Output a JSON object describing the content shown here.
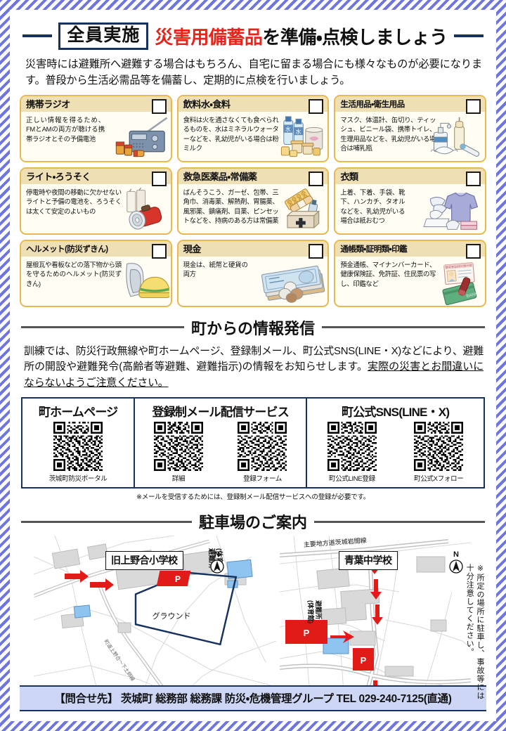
{
  "header": {
    "badge": "全員実施",
    "title_red": "災害用備蓄品",
    "title_rest": "を準備・点検しましょう",
    "lead": "災害時には避難所へ避難する場合はもちろん、自宅に留まる場合にも様々なものが必要になります。普段から生活必需品等を備蓄し、定期的に点検を行いましょう。"
  },
  "supplies": [
    {
      "title": "携帯ラジオ",
      "desc": "正しい情報を得るため、FMとAMの両方が聴ける携帯ラジオとその予備電池",
      "icon": "radio-icon"
    },
    {
      "title": "飲料水・食料",
      "desc": "食料は火を通さなくても食べられるものを、水はミネラルウォーターなどを、乳幼児がいる場合は粉ミルク",
      "icon": "water-food-icon"
    },
    {
      "title": "生活用品・衛生用品",
      "desc": "マスク、体温計、缶切り、ティッシュ、ビニール袋、携帯トイレ、生理用品などを、乳幼児がいる場合は哺乳瓶",
      "icon": "hygiene-icon"
    },
    {
      "title": "ライト・ろうそく",
      "desc": "停電時や夜間の移動に欠かせないライトと予備の電池を、ろうそくは太くて安定のよいもの",
      "icon": "flashlight-icon"
    },
    {
      "title": "救急医薬品・常備薬",
      "desc": "ばんそうこう、ガーゼ、包帯、三角巾、消毒薬、解熱剤、胃腸薬、風邪薬、鎮痛剤、目薬、ピンセットなどを、持病のある方は常備薬",
      "icon": "first-aid-icon"
    },
    {
      "title": "衣類",
      "desc": "上着、下着、手袋、靴下、ハンカチ、タオルなどを、乳幼児がいる場合は紙おむつ",
      "icon": "clothing-icon"
    },
    {
      "title": "ヘルメット(防災ずきん)",
      "desc": "屋根瓦や看板などの落下物から頭を守るためのヘルメット(防災ずきん)",
      "icon": "helmet-icon"
    },
    {
      "title": "現金",
      "desc": "現金は、紙幣と硬貨の両方",
      "icon": "cash-icon"
    },
    {
      "title": "通帳類・証明類・印鑑",
      "desc": "預金通帳、マイナンバーカード、健康保険証、免許証、住民票の写し、印鑑など",
      "icon": "documents-icon"
    }
  ],
  "info_section": {
    "heading": "町からの情報発信",
    "paragraph_plain": "訓練では、防災行政無線や町ホームページ、登録制メール、町公式SNS(LINE・X)などにより、避難所の開設や避難発令(高齢者等避難、避難指示)の情報をお知らせします。",
    "paragraph_underlined": "実際の災害とお間違いにならないようご注意ください。",
    "note": "※メールを受信するためには、登録制メール配信サービスへの登録が必要です。"
  },
  "qr_panels": [
    {
      "title": "町ホームページ",
      "items": [
        {
          "caption": "茨城町防災ポータル"
        }
      ]
    },
    {
      "title": "登録制メール配信サービス",
      "items": [
        {
          "caption": "詳細"
        },
        {
          "caption": "登録フォーム"
        }
      ]
    },
    {
      "title": "町公式SNS(LINE・X)",
      "items": [
        {
          "caption": "町公式LINE登録"
        },
        {
          "caption": "町公式Xフォロー"
        }
      ]
    }
  ],
  "parking": {
    "heading": "駐車場のご案内",
    "left_map": {
      "label": "旧上野合小学校",
      "compass": "N",
      "shelter": "避難所\n(体育館)",
      "ground": "グラウンド",
      "parking_marker": "P"
    },
    "right_map": {
      "label": "青葉中学校",
      "compass": "N",
      "road": "主要地方道茨城岩間線",
      "shelter": "避難所\n(体育館)",
      "parking_marker": "P"
    },
    "side_note": "※所定の場所に駐車し、事故等には十分注意してください。"
  },
  "footer": {
    "text": "【問合せ先】 茨城町 総務部 総務課 防災・危機管理グループ  TEL 029-240-7125(直通)"
  },
  "colors": {
    "navy": "#17325e",
    "red": "#e8231a",
    "card_border": "#e7b94f",
    "card_head": "#efdfb4",
    "footer_bg": "#ced6f5",
    "stripe": "#6e74e0"
  }
}
